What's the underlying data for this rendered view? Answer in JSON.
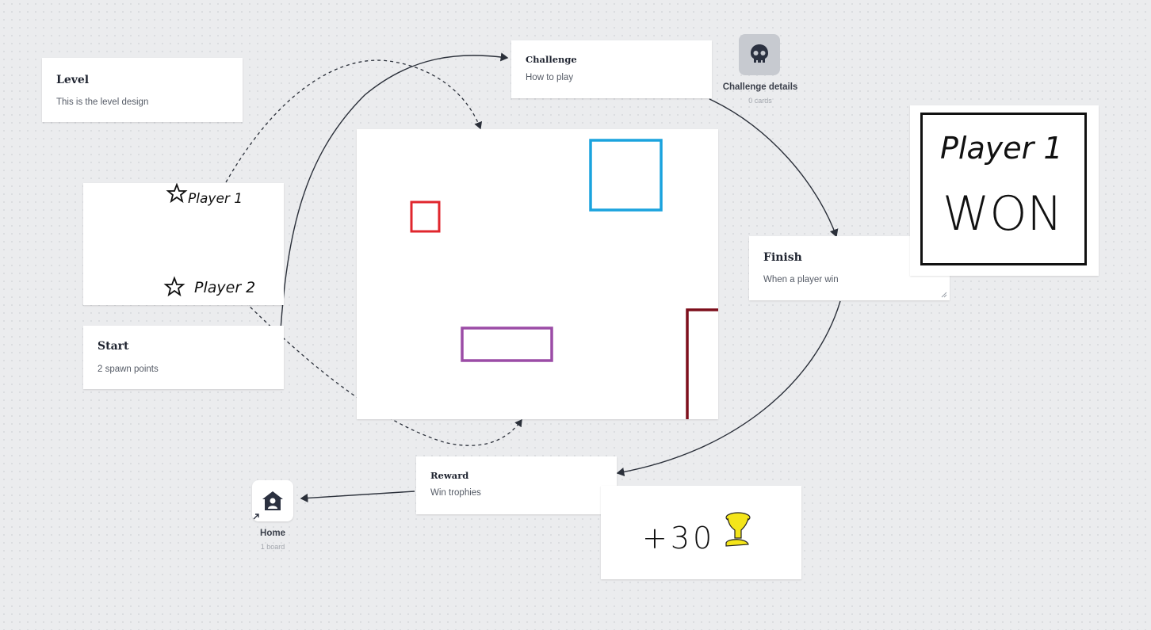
{
  "cards": {
    "level": {
      "title": "Level",
      "subtitle": "This is the level design"
    },
    "start": {
      "title": "Start",
      "subtitle": "2 spawn points"
    },
    "challenge": {
      "title": "Challenge",
      "subtitle": "How to play"
    },
    "finish": {
      "title": "Finish",
      "subtitle": "When a player win"
    },
    "reward": {
      "title": "Reward",
      "subtitle": "Win trophies"
    }
  },
  "nodes": {
    "challenge_details": {
      "label": "Challenge details",
      "count": "0 cards",
      "icon": "skull-icon"
    },
    "home": {
      "label": "Home",
      "count": "1 board",
      "icon": "home-user-icon"
    }
  },
  "sketches": {
    "spawn": {
      "player1": "Player 1",
      "player2": "Player 2"
    },
    "win": {
      "line1": "Player 1",
      "line2": "WON"
    },
    "trophy": {
      "text": "+30"
    }
  },
  "level_shapes_colors": {
    "blue": "#1aa3de",
    "red": "#e0262d",
    "purple": "#9b4ca6",
    "darkred": "#7d0f1c"
  }
}
